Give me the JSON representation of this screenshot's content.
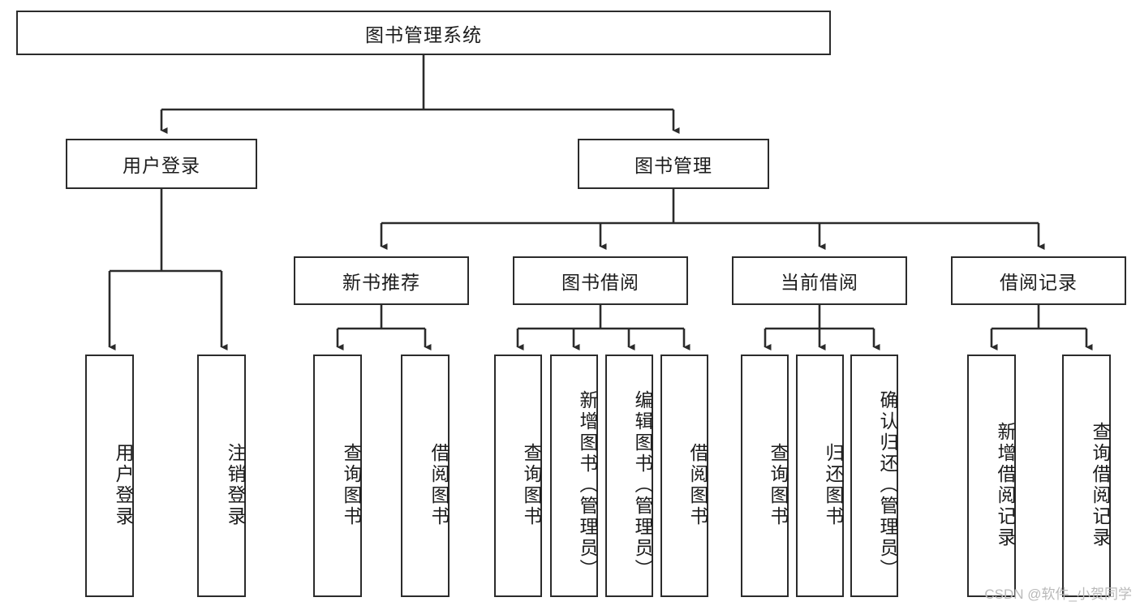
{
  "diagram": {
    "type": "tree-hierarchy",
    "title": "图书管理系统",
    "watermark": "CSDN @软件_小贺同学",
    "colors": {
      "stroke": "#2b2b2b",
      "fill": "#ffffff",
      "text": "#1c1c1c",
      "watermark": "#b9b9b9"
    },
    "nodes": {
      "root": {
        "label": "图书管理系统",
        "orientation": "horizontal"
      },
      "level2": [
        {
          "id": "user-login",
          "label": "用户登录",
          "orientation": "horizontal"
        },
        {
          "id": "book-manage",
          "label": "图书管理",
          "orientation": "horizontal"
        }
      ],
      "level3": [
        {
          "id": "new-book-rec",
          "label": "新书推荐",
          "orientation": "horizontal"
        },
        {
          "id": "book-borrow",
          "label": "图书借阅",
          "orientation": "horizontal"
        },
        {
          "id": "current-borrow",
          "label": "当前借阅",
          "orientation": "horizontal"
        },
        {
          "id": "borrow-record",
          "label": "借阅记录",
          "orientation": "horizontal"
        }
      ],
      "leaves": [
        {
          "id": "leaf-user-login",
          "label": "用户登录",
          "parent": "user-login",
          "orientation": "vertical"
        },
        {
          "id": "leaf-logout",
          "label": "注销登录",
          "parent": "user-login",
          "orientation": "vertical"
        },
        {
          "id": "leaf-query-book-1",
          "label": "查询图书",
          "parent": "new-book-rec",
          "orientation": "vertical"
        },
        {
          "id": "leaf-borrow-book-1",
          "label": "借阅图书",
          "parent": "new-book-rec",
          "orientation": "vertical"
        },
        {
          "id": "leaf-query-book-2",
          "label": "查询图书",
          "parent": "book-borrow",
          "orientation": "vertical"
        },
        {
          "id": "leaf-add-book",
          "label": "新增图书（管理员）",
          "parent": "book-borrow",
          "orientation": "vertical"
        },
        {
          "id": "leaf-edit-book",
          "label": "编辑图书（管理员）",
          "parent": "book-borrow",
          "orientation": "vertical"
        },
        {
          "id": "leaf-borrow-book-2",
          "label": "借阅图书",
          "parent": "book-borrow",
          "orientation": "vertical"
        },
        {
          "id": "leaf-query-book-3",
          "label": "查询图书",
          "parent": "current-borrow",
          "orientation": "vertical"
        },
        {
          "id": "leaf-return-book",
          "label": "归还图书",
          "parent": "current-borrow",
          "orientation": "vertical"
        },
        {
          "id": "leaf-confirm-return",
          "label": "确认归还（管理员）",
          "parent": "current-borrow",
          "orientation": "vertical"
        },
        {
          "id": "leaf-add-record",
          "label": "新增借阅记录",
          "parent": "borrow-record",
          "orientation": "vertical"
        },
        {
          "id": "leaf-query-record",
          "label": "查询借阅记录",
          "parent": "borrow-record",
          "orientation": "vertical"
        }
      ]
    }
  }
}
